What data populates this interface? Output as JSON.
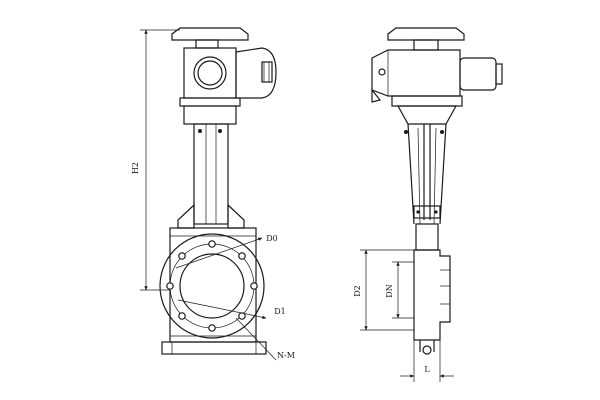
{
  "labels": {
    "h2": "H2",
    "d0": "D0",
    "d1": "D1",
    "nm": "N-M",
    "d2": "D2",
    "dn": "DN",
    "l": "L"
  }
}
